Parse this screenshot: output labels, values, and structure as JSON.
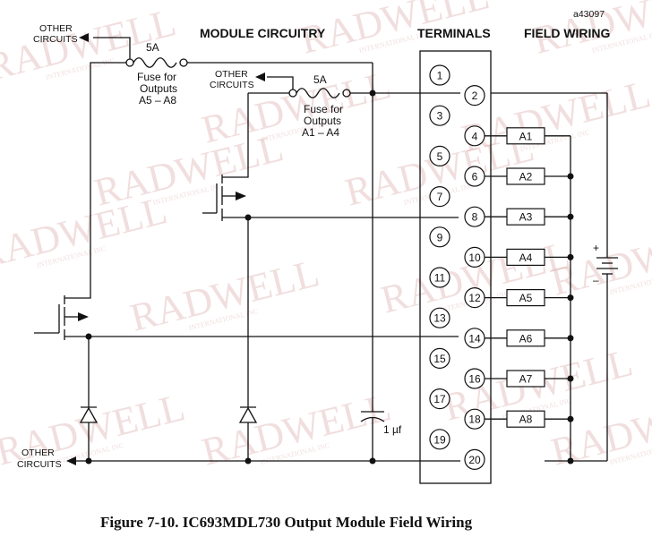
{
  "ref_code": "a43097",
  "headers": {
    "module": "MODULE CIRCUITRY",
    "terminals": "TERMINALS",
    "field": "FIELD WIRING"
  },
  "other_circuits": [
    "OTHER",
    "CIRCUITS"
  ],
  "fuse_a5_a8": {
    "rating": "5A",
    "lines": [
      "Fuse for",
      "Outputs",
      "A5 – A8"
    ]
  },
  "fuse_a1_a4": {
    "rating": "5A",
    "lines": [
      "Fuse for",
      "Outputs",
      "A1 – A4"
    ]
  },
  "capacitor_label": "1 µf",
  "terminal_numbers": [
    "1",
    "2",
    "3",
    "4",
    "5",
    "6",
    "7",
    "8",
    "9",
    "10",
    "11",
    "12",
    "13",
    "14",
    "15",
    "16",
    "17",
    "18",
    "19",
    "20"
  ],
  "loads": [
    {
      "name": "A1",
      "terminal": 4
    },
    {
      "name": "A2",
      "terminal": 6
    },
    {
      "name": "A3",
      "terminal": 8
    },
    {
      "name": "A4",
      "terminal": 10
    },
    {
      "name": "A5",
      "terminal": 12
    },
    {
      "name": "A6",
      "terminal": 14
    },
    {
      "name": "A7",
      "terminal": 16
    },
    {
      "name": "A8",
      "terminal": 18
    }
  ],
  "battery": {
    "plus": "+",
    "minus": "–"
  },
  "caption": "Figure 7-10.  IC693MDL730 Output Module Field Wiring",
  "watermark": "RADWELL",
  "watermark_sub": "INTERNATIONAL INC"
}
